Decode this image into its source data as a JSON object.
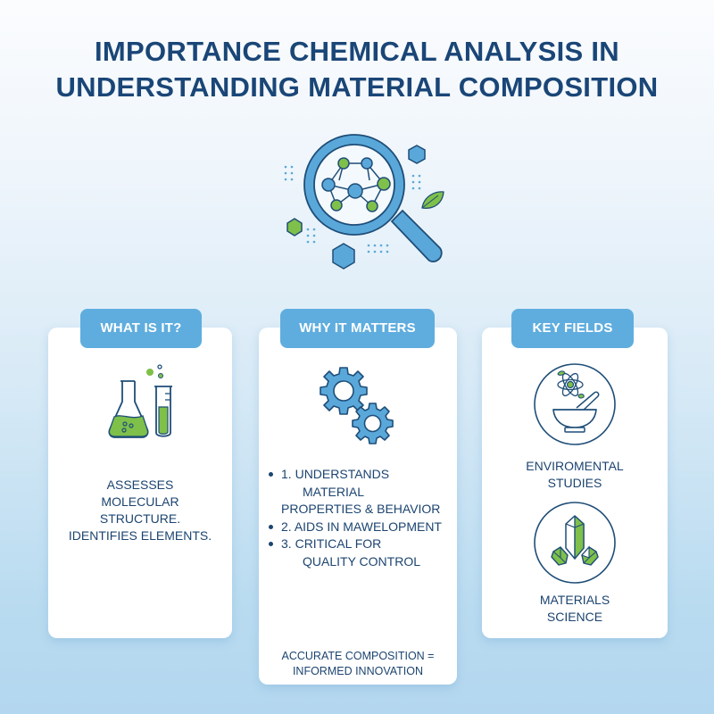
{
  "title": {
    "line1": "IMPORTANCE CHEMICAL ANALYSIS IN",
    "line2": "UNDERSTANDING MATERIAL COMPOSITION"
  },
  "hero": {
    "icon": "magnifying-glass-molecule-icon",
    "decorations": [
      "hexagon-icon",
      "leaf-icon",
      "dot-grid-icon"
    ]
  },
  "colors": {
    "title": "#1a4677",
    "tab_bg": "#5fadde",
    "tab_text": "#ffffff",
    "card_bg": "#ffffff",
    "body_text": "#1c4470",
    "accent_blue": "#5aa8da",
    "accent_green": "#7fc04a",
    "outline": "#1f4e78"
  },
  "cards": [
    {
      "tab": "WHAT IS IT?",
      "icon": "flask-test-tube-icon",
      "text_lines": [
        "ASSESSES",
        "MOLECULAR",
        "STRUCTURE.",
        "IDENTIFIES ELEMENTS."
      ]
    },
    {
      "tab": "WHY IT MATTERS",
      "icon": "gears-icon",
      "items": [
        {
          "num": "1.",
          "line1": "UNDERSTANDS",
          "line2": "MATERIAL",
          "line3": "PROPERTIES & BEHAVIOR"
        },
        {
          "num": "2.",
          "line1": "AIDS IN MAWELOPMENT"
        },
        {
          "num": "3.",
          "line1": "CRITICAL FOR",
          "line2": "QUALITY CONTROL"
        }
      ],
      "footer_line1": "ACCURATE COMPOSITION =",
      "footer_line2": "INFORMED INNOVATION"
    },
    {
      "tab": "KEY FIELDS",
      "fields": [
        {
          "icon": "atom-mortar-pestle-icon",
          "line1": "ENVIROMENTAL",
          "line2": "STUDIES"
        },
        {
          "icon": "crystals-icon",
          "line1": "MATERIALS",
          "line2": "SCIENCE"
        }
      ]
    }
  ]
}
